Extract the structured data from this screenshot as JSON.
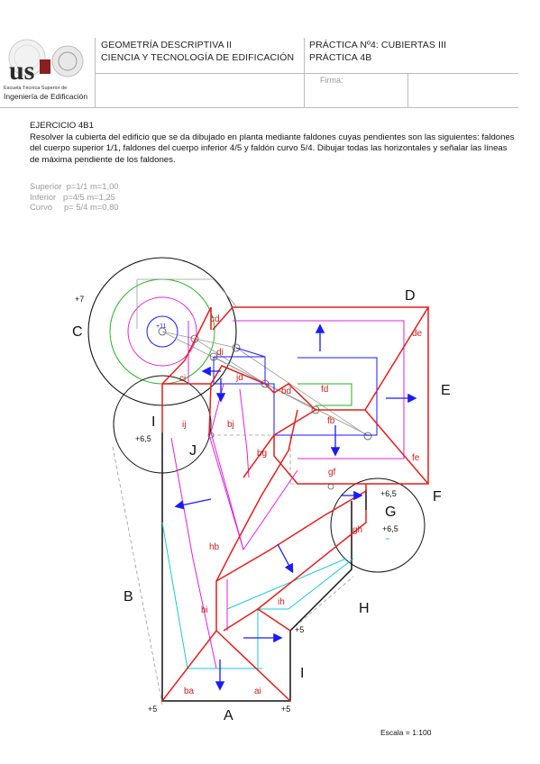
{
  "header": {
    "school_line1": "Escuela Técnica Superior de",
    "school_line2": "Ingeniería de Edificación",
    "subject_line1": "GEOMETRÍA DESCRIPTIVA II",
    "subject_line2": "CIENCIA Y TECNOLOGÍA DE EDIFICACIÓN",
    "practice_line1": "PRÁCTICA Nº4: CUBIERTAS III",
    "practice_line2": "PRÁCTICA 4B",
    "firma_label": "Firma:"
  },
  "exercise": {
    "title": "EJERCICIO 4B1",
    "text": "Resolver la cubierta del edificio que se da dibujado en planta mediante faldones cuyas pendientes son las siguientes: faldones del cuerpo superior 1/1, faldones del cuerpo inferior 4/5 y faldón curvo 5/4. Dibujar todas las horizontales y señalar las líneas de máxima pendiente de los faldones."
  },
  "parameters": [
    {
      "label": "Superior",
      "value": "p=1/1 m=1,00"
    },
    {
      "label": "Inferior",
      "value": "p=4/5 m=1,25"
    },
    {
      "label": "Curvo",
      "value": "p= 5/4 m=0,80"
    }
  ],
  "drawing": {
    "point_labels": [
      "A",
      "B",
      "C",
      "D",
      "E",
      "F",
      "G",
      "H",
      "I",
      "I",
      "J"
    ],
    "elevations": [
      "+7",
      "+6,5",
      "+6,5",
      "+6,5",
      "+5",
      "+5",
      "+5",
      "+11"
    ],
    "faldon_labels": [
      "cd",
      "ci",
      "di",
      "jd",
      "bd",
      "fd",
      "fb",
      "de",
      "fe",
      "gf",
      "bg",
      "bj",
      "ij",
      "hb",
      "gh",
      "ih",
      "bi",
      "ba",
      "ai"
    ]
  },
  "footer": {
    "scale": "Escala = 1:100"
  }
}
